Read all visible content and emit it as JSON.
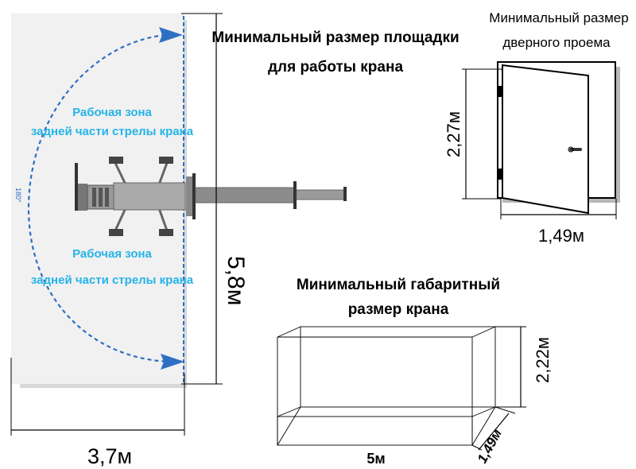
{
  "site": {
    "title_line1": "Минимальный размер площадки",
    "title_line2": "для работы крана",
    "zone_top_line1": "Рабочая зона",
    "zone_top_line2": "задней части стрелы крана",
    "zone_bottom_line1": "Рабочая зона",
    "zone_bottom_line2": "задней части стрелы крана",
    "angle_label": "180°",
    "height_label": "5,8м",
    "width_label": "3,7м"
  },
  "door": {
    "title_line1": "Минимальный размер",
    "title_line2": "дверного проема",
    "height_label": "2,27м",
    "width_label": "1,49м"
  },
  "crane": {
    "title_line1": "Минимальный габаритный",
    "title_line2": "размер крана",
    "length_label": "5м",
    "height_label": "2,22м",
    "depth_label": "1,49м"
  },
  "colors": {
    "zone_text": "#25b4e8",
    "arc": "#2e6fc4",
    "site_fill": "#f1f1f1",
    "boom": "#8c8c8c"
  }
}
